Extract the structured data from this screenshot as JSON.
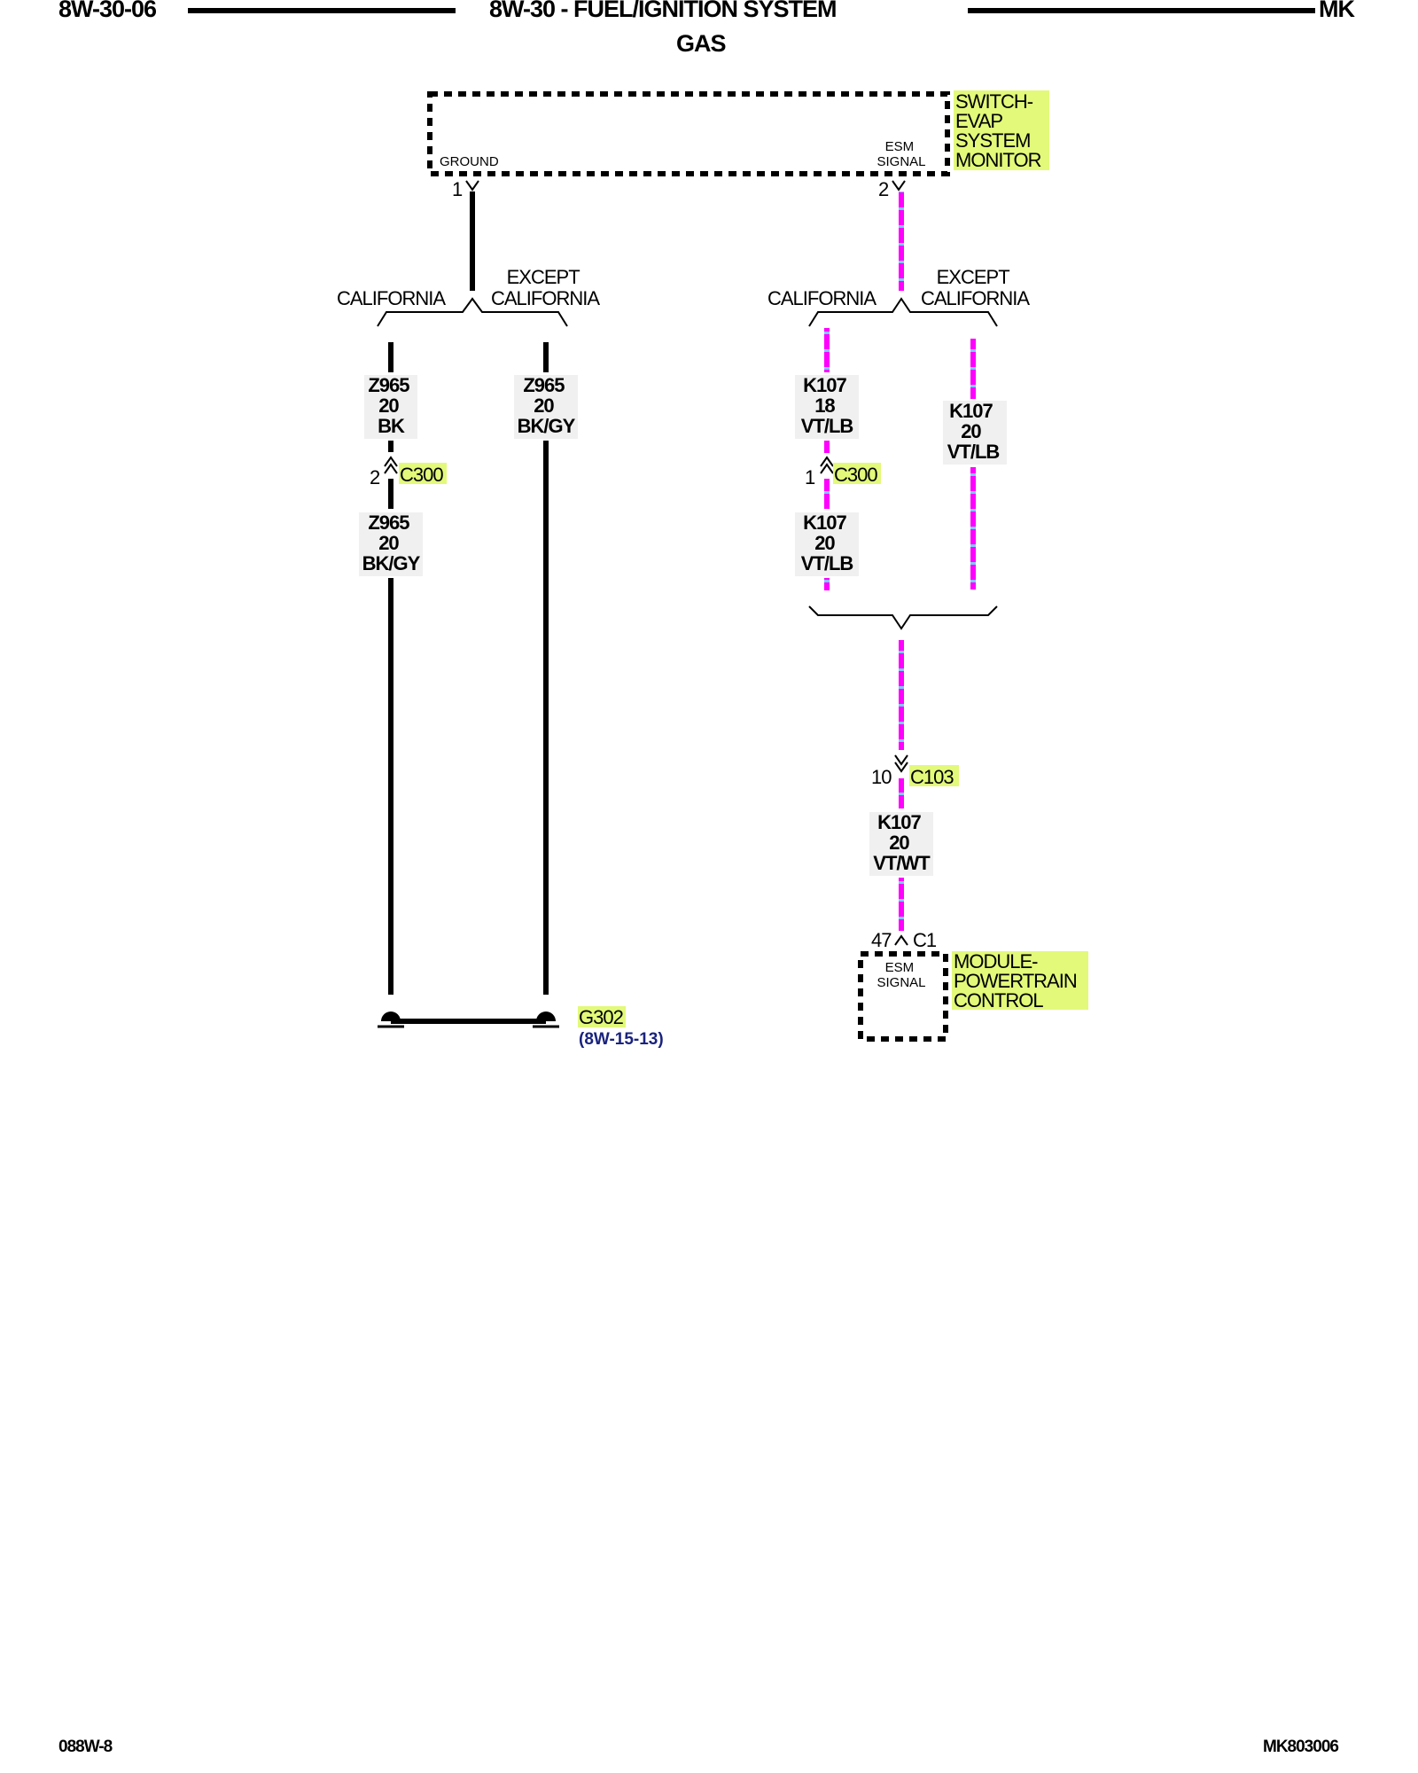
{
  "header": {
    "left": "8W-30-06",
    "title": "8W-30 - FUEL/IGNITION SYSTEM",
    "subtitle": "GAS",
    "right": "MK"
  },
  "footer": {
    "left": "088W-8",
    "right": "MK803006"
  },
  "colors": {
    "wire_black": "#000000",
    "wire_violet": "#ff00ff",
    "wire_tracer": "#7ec8ff",
    "highlight": "#e2f97a",
    "ref_text": "#1a237e"
  },
  "components": {
    "evap_switch": {
      "label_lines": [
        "SWITCH-",
        "EVAP",
        "SYSTEM",
        "MONITOR"
      ],
      "pin1_name": "GROUND",
      "pin2_name_lines": [
        "ESM",
        "SIGNAL"
      ],
      "pin1": "1",
      "pin2": "2"
    },
    "pcm": {
      "label_lines": [
        "MODULE-",
        "POWERTRAIN",
        "CONTROL"
      ],
      "pin_name_lines": [
        "ESM",
        "SIGNAL"
      ],
      "pin": "47",
      "connector": "C1"
    },
    "ground": {
      "name": "G302",
      "ref": "(8W-15-13)"
    }
  },
  "branches": {
    "california": "CALIFORNIA",
    "except_lines": [
      "EXCEPT",
      "CALIFORNIA"
    ]
  },
  "wires": {
    "ground_cal_upper": [
      "Z965",
      "20",
      "BK"
    ],
    "ground_cal_lower": [
      "Z965",
      "20",
      "BK/GY"
    ],
    "ground_except": [
      "Z965",
      "20",
      "BK/GY"
    ],
    "signal_cal_upper": [
      "K107",
      "18",
      "VT/LB"
    ],
    "signal_cal_lower": [
      "K107",
      "20",
      "VT/LB"
    ],
    "signal_except": [
      "K107",
      "20",
      "VT/LB"
    ],
    "signal_main": [
      "K107",
      "20",
      "VT/WT"
    ]
  },
  "connectors": {
    "c300_ground": {
      "pin": "2",
      "name": "C300"
    },
    "c300_signal": {
      "pin": "1",
      "name": "C300"
    },
    "c103": {
      "pin": "10",
      "name": "C103"
    }
  }
}
